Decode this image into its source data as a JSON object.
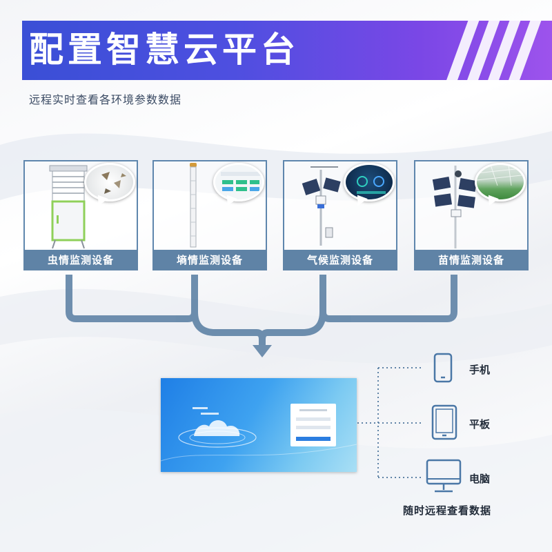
{
  "header": {
    "title": "配置智慧云平台",
    "subtitle": "远程实时查看各环境参数数据"
  },
  "devices": [
    {
      "label": "虫情监测设备",
      "device_icon": "insect-trap-icon"
    },
    {
      "label": "墒情监测设备",
      "device_icon": "soil-sensor-pole-icon"
    },
    {
      "label": "气候监测设备",
      "device_icon": "weather-station-icon"
    },
    {
      "label": "苗情监测设备",
      "device_icon": "camera-pole-icon"
    }
  ],
  "platform": {
    "screen_icon": "cloud-platform-icon"
  },
  "terminals": [
    {
      "label": "手机",
      "icon": "phone-icon"
    },
    {
      "label": "平板",
      "icon": "tablet-icon"
    },
    {
      "label": "电脑",
      "icon": "desktop-icon"
    }
  ],
  "footer": {
    "note": "随时远程查看数据"
  },
  "colors": {
    "banner_start": "#3a4fd6",
    "banner_end": "#9d53ec",
    "flow": "#5f83a6",
    "label_bg": "#5f83a6",
    "dotted": "#5f83a6"
  }
}
